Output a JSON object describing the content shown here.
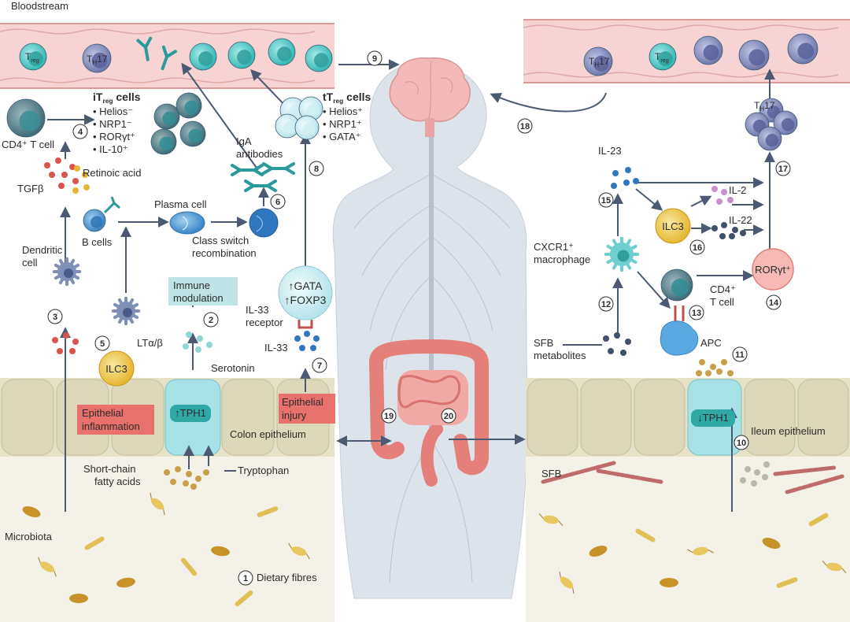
{
  "colors": {
    "vessel": "#f6cfcf",
    "vessel_line": "#d99a9a",
    "arrow": "#4b5a72",
    "body": "#d9dfe7",
    "treg": "#4fc7c4",
    "th17": "#7f88bd",
    "teal_dark": "#2f8d92",
    "epithelium": "#e7e3cf",
    "red_box": "#e8716c",
    "lightblue_box": "#bfe4e6",
    "ilc3": "#f0c64a",
    "brain": "#f3b8b8",
    "gut": "#e57f7a"
  },
  "labels": {
    "bloodstream": "Bloodstream",
    "treg": "T",
    "treg_sub": "reg",
    "th17": "T",
    "th17_sub": "17",
    "th17_h": "H",
    "itreg_title": "iT",
    "itreg_title_sub": "reg",
    "itreg_title_tail": " cells",
    "itreg_markers": [
      "• Helios⁻",
      "• NRP1⁻",
      "• RORγt⁺",
      "• IL-10⁺"
    ],
    "ttreg_title": "tT",
    "ttreg_title_sub": "reg",
    "ttreg_title_tail": " cells",
    "ttreg_markers": [
      "• Helios⁺",
      "• NRP1⁺",
      "• GATA⁺"
    ],
    "cd4_t_cell": "CD4⁺ T cell",
    "retinoic_acid": "Retinoic acid",
    "tgfb": "TGFβ",
    "dendritic_cell_1": "Dendritic",
    "dendritic_cell_2": "cell",
    "b_cells": "B cells",
    "plasma_cell": "Plasma cell",
    "class_switch_1": "Class switch",
    "class_switch_2": "recombination",
    "iga_1": "IgA",
    "iga_2": "antibodies",
    "immune_mod_1": "Immune",
    "immune_mod_2": "modulation",
    "lta": "LTα/β",
    "ilc3": "ILC3",
    "serotonin": "Serotonin",
    "tph1_up": "↑TPH1",
    "tph1_down": "↓TPH1",
    "gata_up": "↑GATA",
    "foxp3_up": "↑FOXP3",
    "il33_receptor_1": "IL-33",
    "il33_receptor_2": "receptor",
    "il33": "IL-33",
    "epithelial_inflammation_1": "Epithelial",
    "epithelial_inflammation_2": "inflammation",
    "epithelial_injury_1": "Epithelial",
    "epithelial_injury_2": "injury",
    "colon_epithelium": "Colon epithelium",
    "scfa_1": "Short-chain",
    "scfa_2": "fatty acids",
    "tryptophan": "Tryptophan",
    "microbiota": "Microbiota",
    "dietary_fibres": "Dietary fibres",
    "il23": "IL-23",
    "il2": "IL-2",
    "il22": "IL-22",
    "cxcr1_1": "CXCR1⁺",
    "cxcr1_2": "macrophage",
    "cd4_right_1": "CD4⁺",
    "cd4_right_2": "T cell",
    "rorgt": "RORγt⁺",
    "apc": "APC",
    "sfb_metabolites_1": "SFB",
    "sfb_metabolites_2": "metabolites",
    "ileum_epithelium": "Ileum epithelium",
    "sfb": "SFB"
  },
  "step_numbers": [
    "1",
    "2",
    "3",
    "4",
    "5",
    "6",
    "7",
    "8",
    "9",
    "10",
    "11",
    "12",
    "13",
    "14",
    "15",
    "16",
    "17",
    "18",
    "19",
    "20"
  ]
}
